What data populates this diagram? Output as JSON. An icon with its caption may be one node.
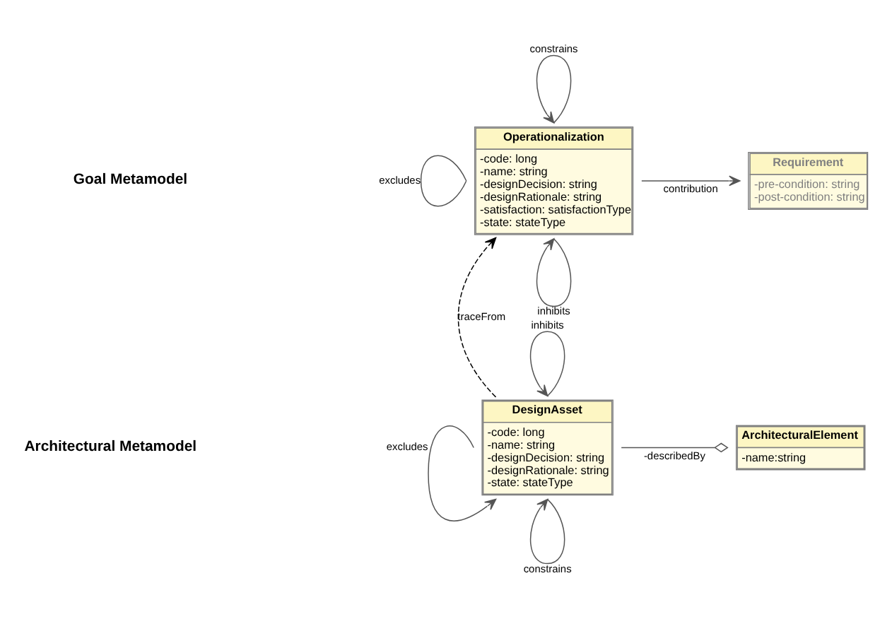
{
  "diagram": {
    "nodes": [
      {
        "text": [
          "Operationalization",
          "-code: long",
          "-name: string",
          "-designDecision: string",
          "-designRationale: string",
          "-satisfaction: satisfactionType",
          "-state: stateType"
        ]
      },
      {
        "text": [
          "Requirement",
          "-pre-condition: string",
          "-post-condition: string"
        ]
      },
      {
        "text": [
          "DesignAsset",
          "-code: long",
          "-name: string",
          "-designDecision: string",
          "-designRationale: string",
          "-state: stateType"
        ]
      },
      {
        "text": [
          "ArchitecturalElement",
          "-name:string"
        ]
      }
    ],
    "edges": [
      {
        "from": 0,
        "to": 0,
        "arrow": "none",
        "label": "excludes"
      },
      {
        "from": 0,
        "to": 0,
        "arrow": "to",
        "label": "constrains"
      },
      {
        "from": 0,
        "to": 1,
        "arrow": "to",
        "label": "contribution"
      },
      {
        "from": 0,
        "to": 0,
        "arrow": "to",
        "label": "inhibits"
      },
      {
        "from": 2,
        "to": 0,
        "arrow": "to",
        "label": "traceFrom",
        "style": "dashed",
        "color": "#000000"
      },
      {
        "from": 2,
        "to": 2,
        "arrow": "to",
        "label": "inhibits"
      },
      {
        "from": 2,
        "to": 3,
        "arrow": "other",
        "label": "-describedBy"
      },
      {
        "from": 2,
        "to": 2,
        "arrow": "to",
        "label": "constrains"
      },
      {
        "from": 2,
        "to": 2,
        "arrow": "to",
        "label": "excludes"
      }
    ],
    "labels": [
      "Goal Metamodel",
      "Architectural Metamodel"
    ]
  }
}
